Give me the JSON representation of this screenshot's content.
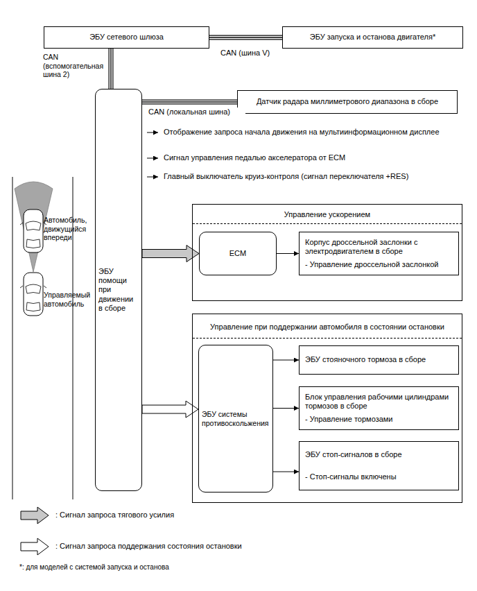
{
  "diagram": {
    "nodes": [
      {
        "text": [
          "ЭБУ сетевого шлюза"
        ]
      },
      {
        "text": [
          "ЭБУ запуска и останова двигателя*"
        ]
      },
      {
        "text": [
          "ЭБУ помощи при движении в сборе"
        ]
      },
      {
        "text": [
          "Датчик радара миллиметрового диапазона в сборе"
        ]
      },
      {
        "text": [
          "Управление ускорением"
        ]
      },
      {
        "text": [
          "ECM"
        ],
        "in": 4
      },
      {
        "text": [
          "Корпус дроссельной заслонки с электродвигателем в сборе",
          "- Управление дроссельной заслонкой"
        ],
        "in": 4
      },
      {
        "text": [
          "Управление при поддержании автомобиля в состоянии остановки"
        ]
      },
      {
        "text": [
          "ЭБУ системы противоскольжения"
        ],
        "in": 7
      },
      {
        "text": [
          "ЭБУ стояночного тормоза в сборе"
        ],
        "in": 7
      },
      {
        "text": [
          "Блок управления рабочими цилиндрами тормозов в сборе",
          "- Управление тормозами"
        ],
        "in": 7
      },
      {
        "text": [
          "ЭБУ стоп-сигналов в сборе",
          "- Стоп-сигналы включены"
        ],
        "in": 7
      }
    ],
    "edges": [
      {
        "from": 0,
        "to": 1,
        "label": "CAN (шина V)",
        "arrow": "none"
      },
      {
        "from": 0,
        "to": 2,
        "label": "CAN (вспомогательная шина 2)",
        "arrow": "none"
      },
      {
        "from": 2,
        "to": 3,
        "label": "CAN (локальная шина)",
        "arrow": "none"
      },
      {
        "from": 2,
        "to": 5,
        "arrow": "to"
      },
      {
        "from": 5,
        "to": 6,
        "arrow": "to"
      },
      {
        "from": 2,
        "to": 8,
        "arrow": "to"
      },
      {
        "from": 8,
        "to": 9,
        "arrow": "to"
      },
      {
        "from": 8,
        "to": 10,
        "arrow": "to"
      },
      {
        "from": 8,
        "to": 11,
        "arrow": "to"
      }
    ],
    "labels": [
      "Отображение запроса начала движения на мультиинформационном дисплее",
      "Сигнал управления педалью акселератора от ECM",
      "Главный выключатель круиз-контроля (сигнал переключателя +RES)",
      "Автомобиль, движущийся впереди",
      "Управляемый автомобиль",
      "*: для моделей с системой запуска и останова"
    ],
    "legend": [
      {
        "text": ": Сигнал запроса тягового усилия"
      },
      {
        "text": ": Сигнал запроса поддержания состояния остановки"
      }
    ]
  }
}
